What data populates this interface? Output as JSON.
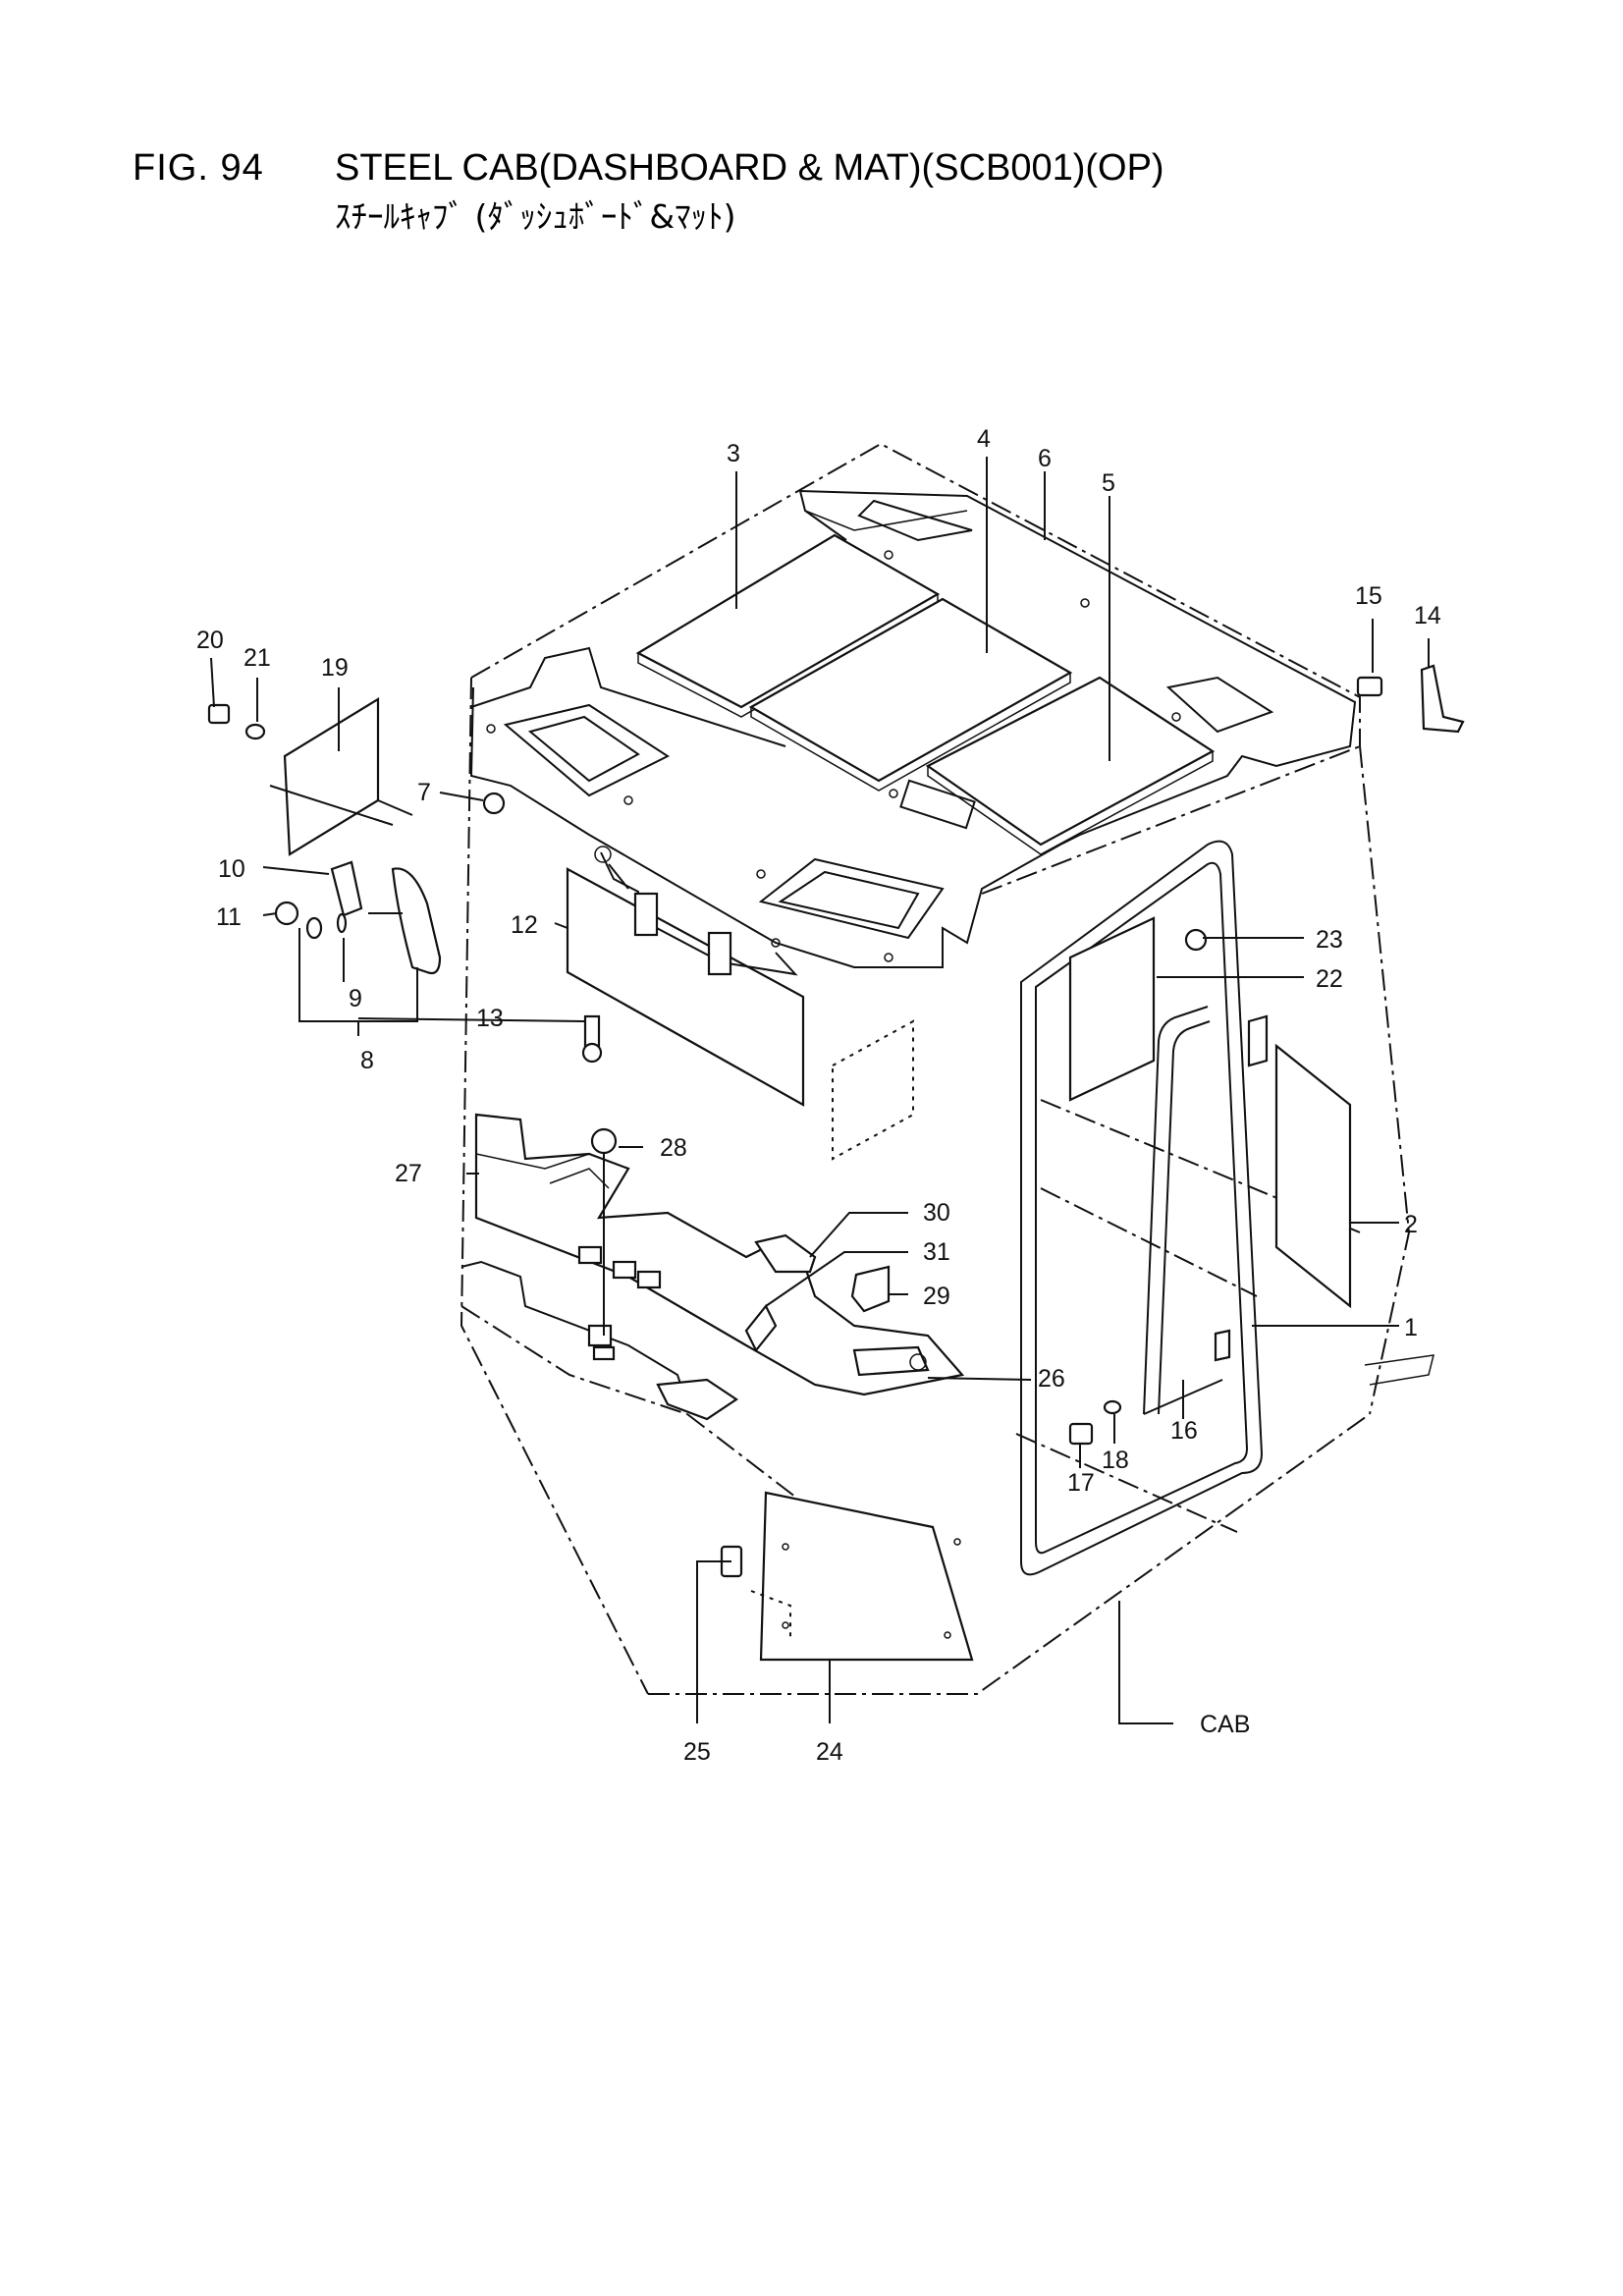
{
  "figure": {
    "number": "FIG. 94",
    "title": "STEEL CAB(DASHBOARD & MAT)(SCB001)(OP)",
    "subtitle": "ｽﾁｰﾙｷｬﾌﾞ (ﾀﾞｯｼｭﾎﾞｰﾄﾞ&ﾏｯﾄ)"
  },
  "callouts": {
    "p1": "1",
    "p2": "2",
    "p3": "3",
    "p4": "4",
    "p5": "5",
    "p6": "6",
    "p7": "7",
    "p8": "8",
    "p9": "9",
    "p10": "10",
    "p11": "11",
    "p12": "12",
    "p13": "13",
    "p14": "14",
    "p15": "15",
    "p16": "16",
    "p17": "17",
    "p18": "18",
    "p19": "19",
    "p20": "20",
    "p21": "21",
    "p22": "22",
    "p23": "23",
    "p24": "24",
    "p25": "25",
    "p26": "26",
    "p27": "27",
    "p28": "28",
    "p29": "29",
    "p30": "30",
    "p31": "31",
    "cab": "CAB"
  }
}
